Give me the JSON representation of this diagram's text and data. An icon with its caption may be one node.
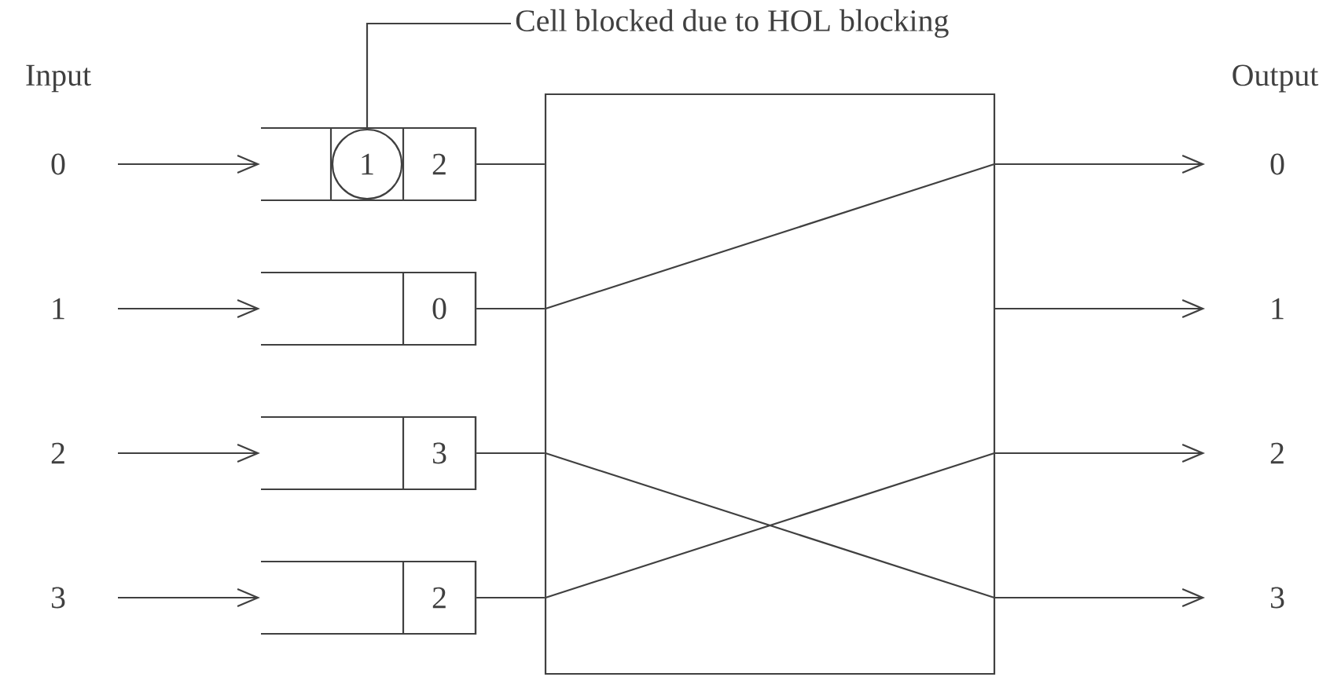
{
  "diagram": {
    "nodes": [
      {
        "text": [
          "Cell blocked due to HOL blocking"
        ]
      },
      {
        "text": [
          "0"
        ]
      },
      {
        "text": [],
        "shape": "box"
      },
      {
        "text": [
          "1"
        ],
        "in": 2
      },
      {
        "text": [
          "2"
        ],
        "in": 2
      },
      {
        "text": [
          "1"
        ]
      },
      {
        "text": [],
        "shape": "box"
      },
      {
        "text": [
          "0"
        ],
        "in": 6
      },
      {
        "text": [
          "2"
        ]
      },
      {
        "text": [],
        "shape": "box"
      },
      {
        "text": [
          "3"
        ],
        "in": 9
      },
      {
        "text": [
          "3"
        ]
      },
      {
        "text": [],
        "shape": "box"
      },
      {
        "text": [
          "2"
        ],
        "in": 12
      },
      {
        "text": [],
        "shape": "box"
      },
      {
        "text": [
          "0"
        ]
      },
      {
        "text": [
          "1"
        ]
      },
      {
        "text": [
          "2"
        ]
      },
      {
        "text": [
          "3"
        ]
      }
    ],
    "edges": [
      {
        "from": 1,
        "to": 2,
        "arrow": "to"
      },
      {
        "from": 5,
        "to": 6,
        "arrow": "to"
      },
      {
        "from": 8,
        "to": 9,
        "arrow": "to"
      },
      {
        "from": 11,
        "to": 12,
        "arrow": "to"
      },
      {
        "from": 0,
        "to": 3,
        "arrow": "none"
      },
      {
        "from": 4,
        "to": 14,
        "arrow": "none"
      },
      {
        "from": 7,
        "to": 14,
        "arrow": "none"
      },
      {
        "from": 10,
        "to": 14,
        "arrow": "none"
      },
      {
        "from": 13,
        "to": 14,
        "arrow": "none"
      },
      {
        "from": 14,
        "to": 15,
        "arrow": "to"
      },
      {
        "from": 14,
        "to": 16,
        "arrow": "to"
      },
      {
        "from": 14,
        "to": 17,
        "arrow": "to"
      },
      {
        "from": 14,
        "to": 18,
        "arrow": "to"
      }
    ],
    "labels": [
      "Input",
      "Output"
    ]
  }
}
